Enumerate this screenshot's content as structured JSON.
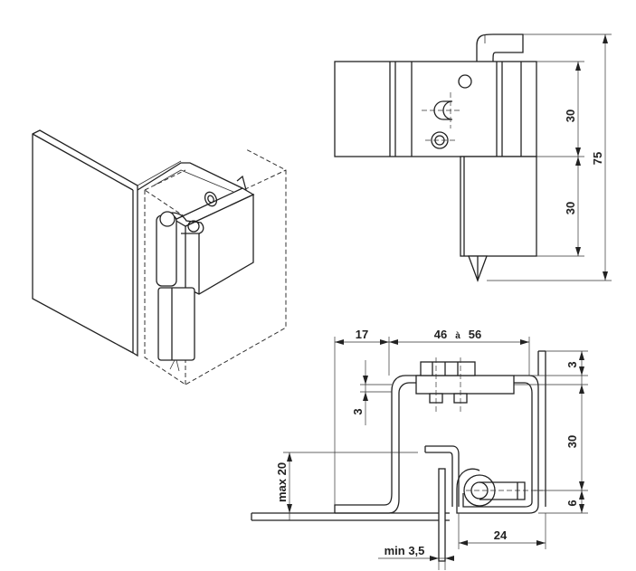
{
  "dimensions": {
    "height_top": "30",
    "height_bottom": "30",
    "height_total": "75",
    "offset_17": "17",
    "range_min": "46",
    "range_word": "à",
    "range_max": "56",
    "gap_top_3": "3",
    "gap_left_3": "3",
    "vertical_30": "30",
    "edge_6": "6",
    "max_20": "max 20",
    "width_24": "24",
    "min_thickness": "min 3,5"
  }
}
